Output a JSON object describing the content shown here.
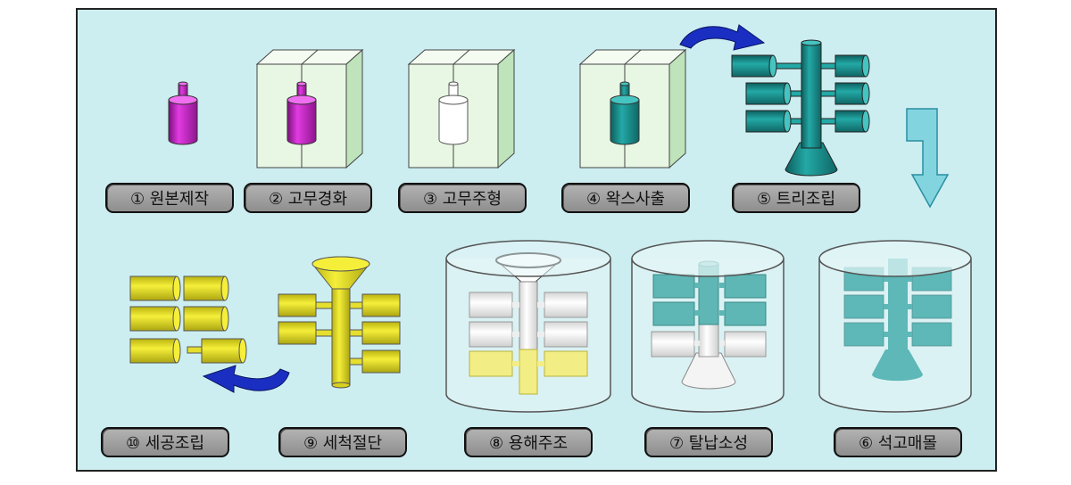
{
  "steps": [
    {
      "label": "① 원본제작"
    },
    {
      "label": "② 고무경화"
    },
    {
      "label": "③ 고무주형"
    },
    {
      "label": "④ 왁스사출"
    },
    {
      "label": "⑤ 트리조립"
    },
    {
      "label": "⑥ 석고매몰"
    },
    {
      "label": "⑦ 탈납소성"
    },
    {
      "label": "⑧ 용해주조"
    },
    {
      "label": "⑨ 세척절단"
    },
    {
      "label": "⑩ 세공조립"
    }
  ],
  "colors": {
    "panel_bg": "#cdeef1",
    "mold_front": "#e8f7e3",
    "mold_side": "#bfe3bb",
    "original": "#d62bd6",
    "wax": "#1b9a98",
    "casting": "#f0ea2a",
    "label_bg": "#a4a4a4",
    "arrow_blue": "#1a2fc2",
    "arrow_cyan": "#82d4df"
  }
}
